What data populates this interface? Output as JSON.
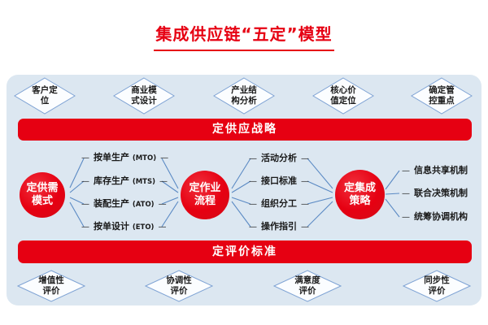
{
  "title": "集成供应链“五定”模型",
  "dash": "—",
  "top_diamonds": [
    "客户定位",
    "商业模式设计",
    "产业结构分析",
    "核心价值定位",
    "确定管控重点"
  ],
  "banners": {
    "supply_strategy": "定供应战略",
    "evaluation_standard": "定评价标准"
  },
  "circles": [
    "定供需模式",
    "定作业流程",
    "定集成策略"
  ],
  "production_modes": [
    {
      "name": "按单生产",
      "code": "(MTO)"
    },
    {
      "name": "库存生产",
      "code": "(MTS)"
    },
    {
      "name": "装配生产",
      "code": "(ATO)"
    },
    {
      "name": "按单设计",
      "code": "(ETO)"
    }
  ],
  "process_items": [
    "活动分析",
    "接口标准",
    "组织分工",
    "操作指引"
  ],
  "integration_items": [
    "信息共享机制",
    "联合决策机制",
    "统筹协调机构"
  ],
  "bottom_diamonds": [
    "增值性评价",
    "协调性评价",
    "满意度评价",
    "同步性评价"
  ],
  "colors": {
    "red": "#e60012",
    "panel_bg": "#dce7f1",
    "line_blue": "#5b8ac4",
    "diamond_border": "#7fa3d4"
  }
}
